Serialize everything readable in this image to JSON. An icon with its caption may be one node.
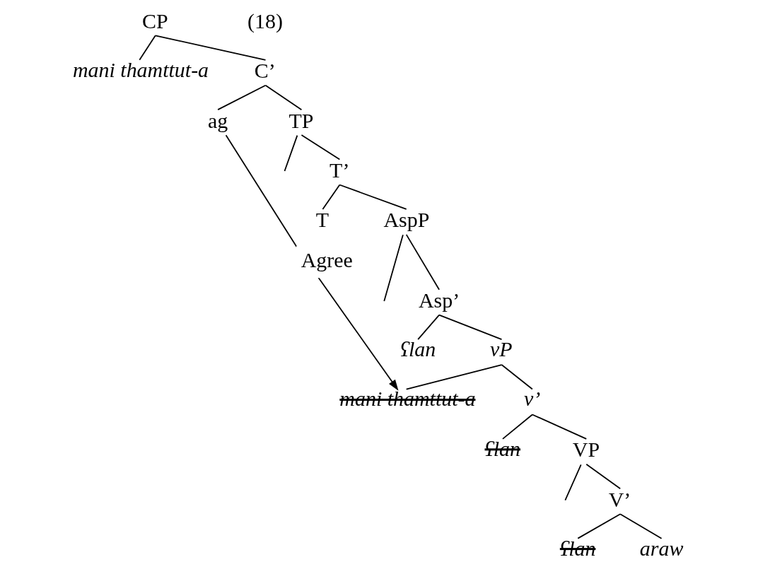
{
  "diagram": {
    "nodes": [
      {
        "text": [
          "CP"
        ]
      },
      {
        "text": [
          "mani thamttut-a"
        ]
      },
      {
        "text": [
          "C’"
        ]
      },
      {
        "text": [
          "ag"
        ]
      },
      {
        "text": [
          "TP"
        ]
      },
      {
        "text": [
          "T’"
        ]
      },
      {
        "text": [
          "T"
        ]
      },
      {
        "text": [
          "AspP"
        ]
      },
      {
        "text": [
          "Asp’"
        ]
      },
      {
        "text": [
          "ʕlan"
        ]
      },
      {
        "text": [
          "vP"
        ]
      },
      {
        "text": [
          "mani thamttut-a"
        ]
      },
      {
        "text": [
          "v’"
        ]
      },
      {
        "text": [
          "ʕlan"
        ]
      },
      {
        "text": [
          "VP"
        ]
      },
      {
        "text": [
          "V’"
        ]
      },
      {
        "text": [
          "ʕlan"
        ]
      },
      {
        "text": [
          "araw"
        ]
      }
    ],
    "edges": [
      {
        "from": 0,
        "to": 1,
        "arrow": "none"
      },
      {
        "from": 0,
        "to": 2,
        "arrow": "none"
      },
      {
        "from": 2,
        "to": 3,
        "arrow": "none"
      },
      {
        "from": 2,
        "to": 4,
        "arrow": "none"
      },
      {
        "from": 4,
        "to": null,
        "arrow": "none"
      },
      {
        "from": 4,
        "to": 5,
        "arrow": "none"
      },
      {
        "from": 5,
        "to": 6,
        "arrow": "none"
      },
      {
        "from": 5,
        "to": 7,
        "arrow": "none"
      },
      {
        "from": 7,
        "to": null,
        "arrow": "none"
      },
      {
        "from": 7,
        "to": 8,
        "arrow": "none"
      },
      {
        "from": 8,
        "to": 9,
        "arrow": "none"
      },
      {
        "from": 8,
        "to": 10,
        "arrow": "none"
      },
      {
        "from": 10,
        "to": 11,
        "arrow": "none"
      },
      {
        "from": 10,
        "to": 12,
        "arrow": "none"
      },
      {
        "from": 12,
        "to": 13,
        "arrow": "none"
      },
      {
        "from": 12,
        "to": 14,
        "arrow": "none"
      },
      {
        "from": 14,
        "to": null,
        "arrow": "none"
      },
      {
        "from": 14,
        "to": 15,
        "arrow": "none"
      },
      {
        "from": 15,
        "to": 16,
        "arrow": "none"
      },
      {
        "from": 15,
        "to": 17,
        "arrow": "none"
      },
      {
        "from": 3,
        "to": 11,
        "arrow": "to",
        "label": "Agree"
      }
    ],
    "labels": [
      "(18)"
    ]
  }
}
